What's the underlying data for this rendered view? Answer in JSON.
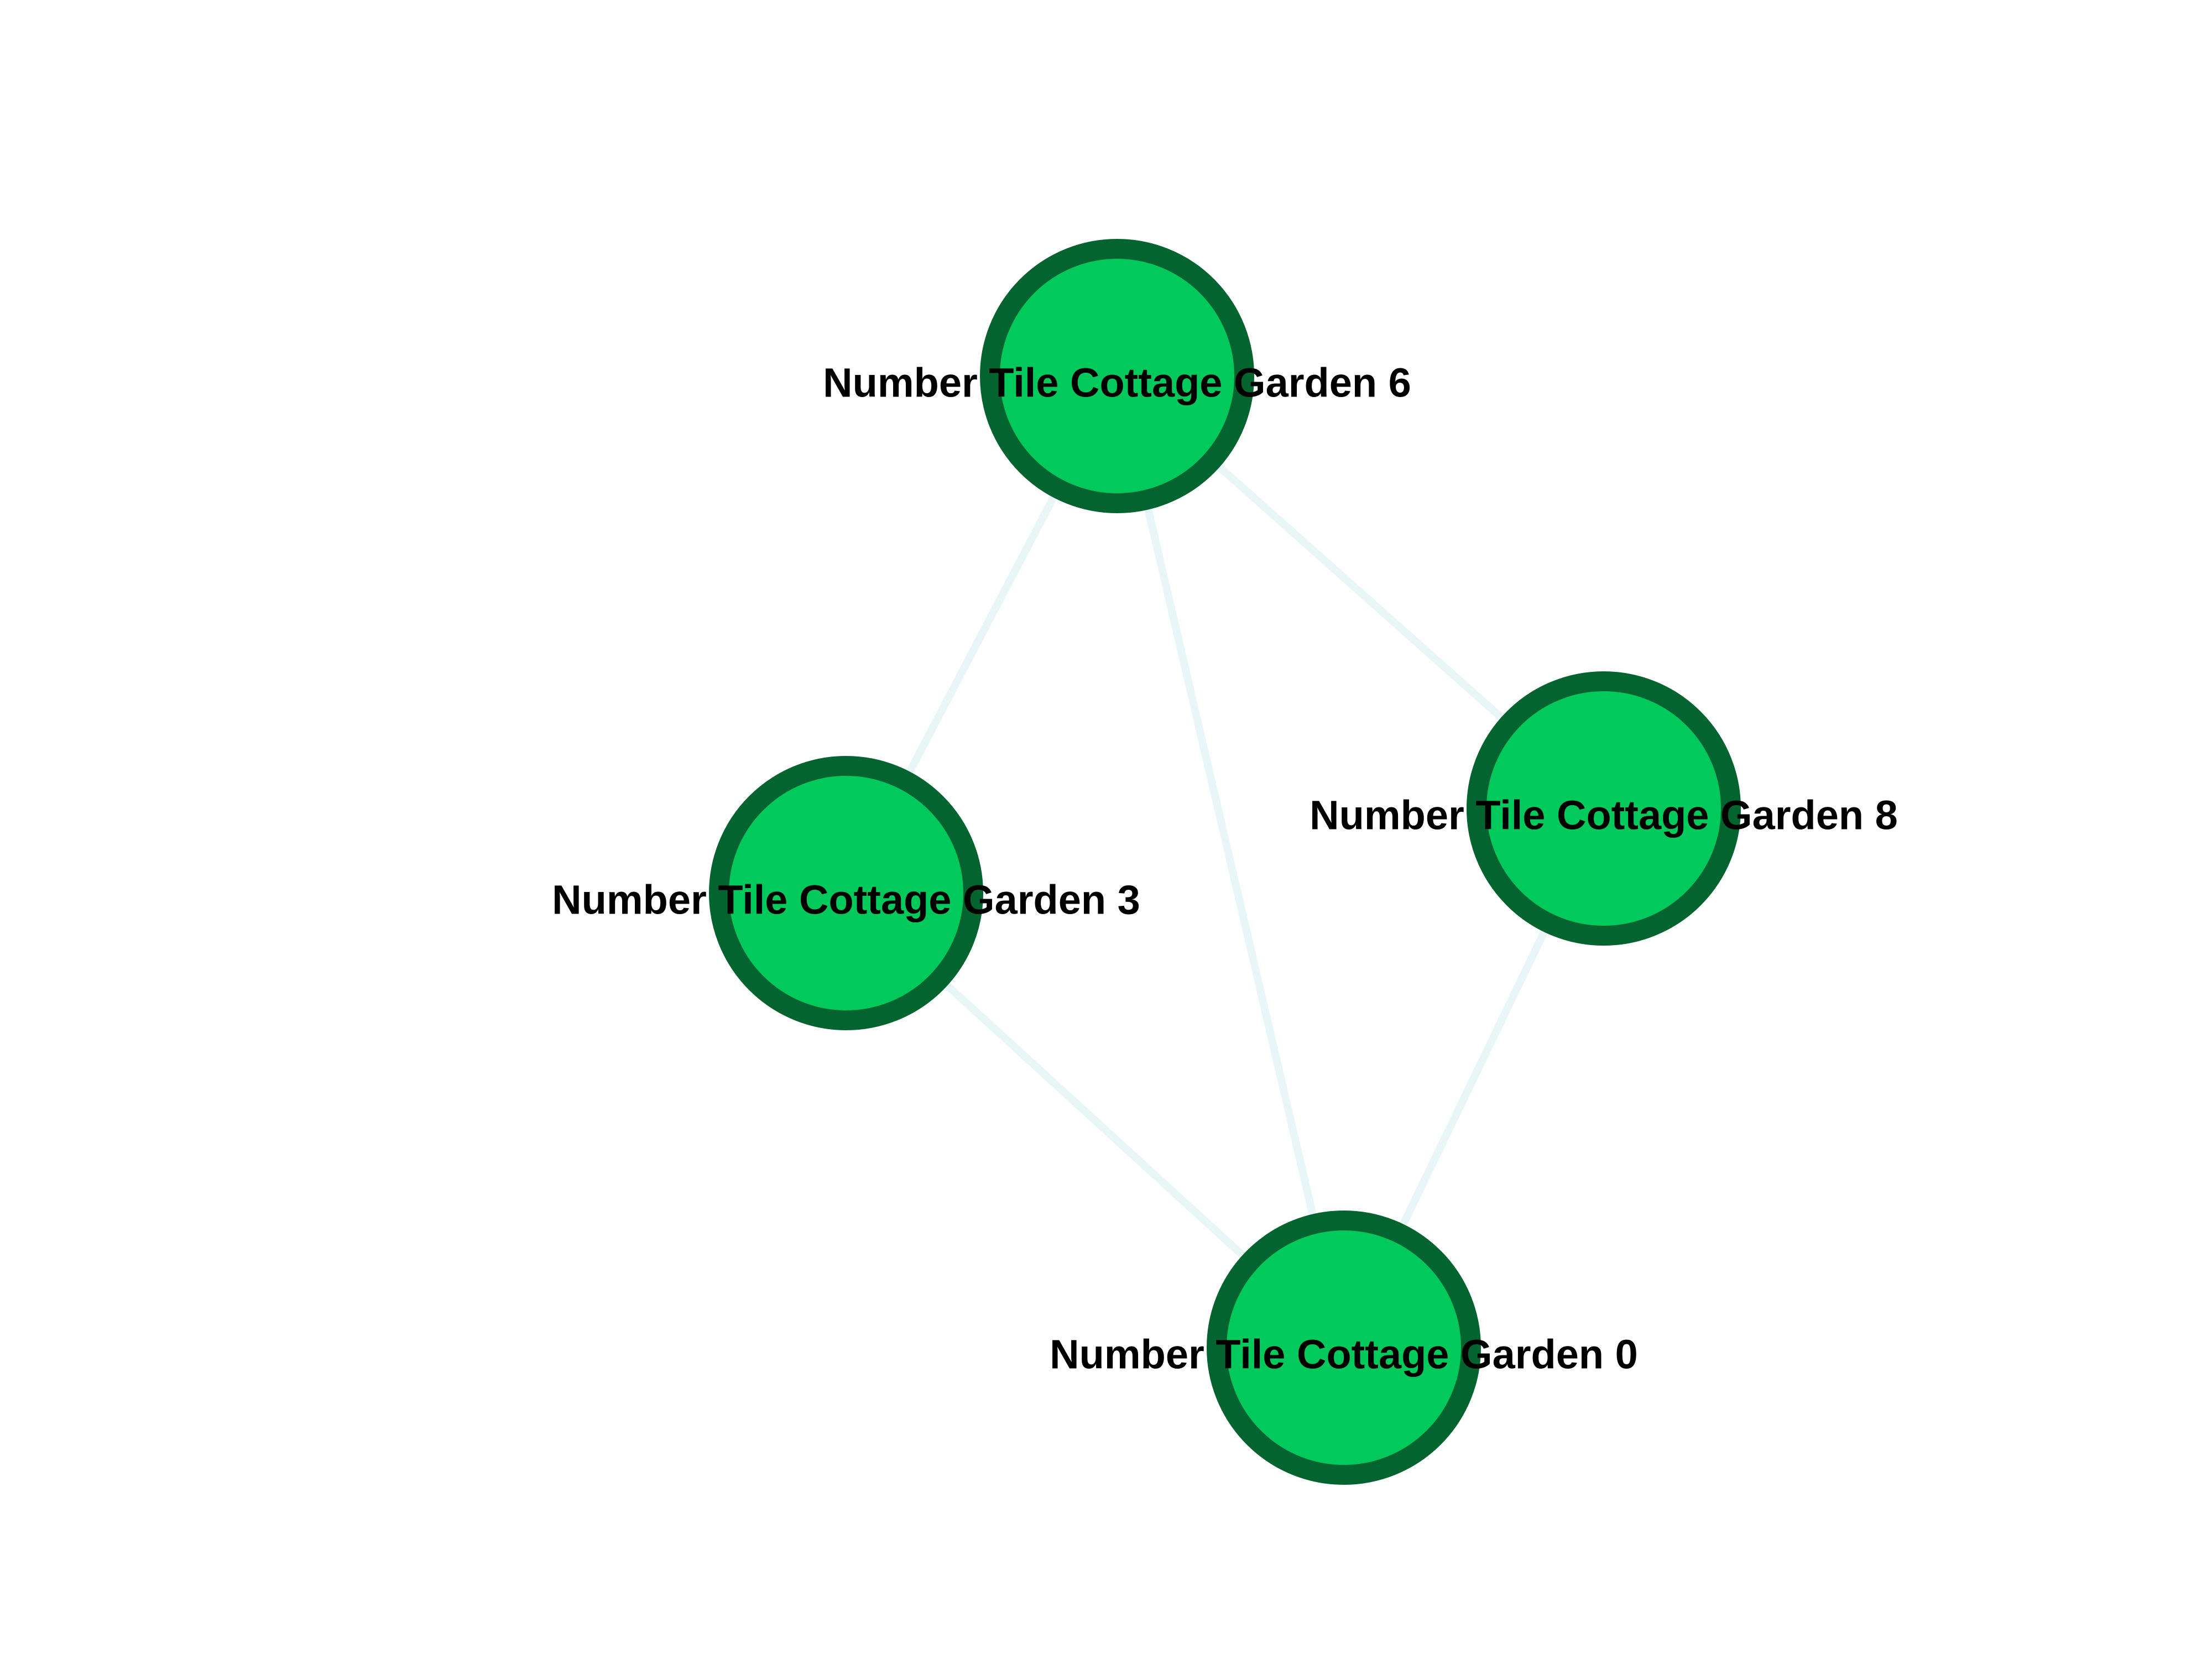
{
  "colors": {
    "node_fill": "#02c95b",
    "node_stroke": "#03642f",
    "edge": "#e9f6f8",
    "label": "#000000"
  },
  "nodes": [
    {
      "id": "n6",
      "label": "Number Tile Cottage Garden 6"
    },
    {
      "id": "n3",
      "label": "Number Tile Cottage Garden 3"
    },
    {
      "id": "n8",
      "label": "Number Tile Cottage Garden 8"
    },
    {
      "id": "n0",
      "label": "Number Tile Cottage Garden 0"
    }
  ],
  "edges": [
    {
      "source": "n6",
      "target": "n3"
    },
    {
      "source": "n6",
      "target": "n0"
    },
    {
      "source": "n6",
      "target": "n8"
    },
    {
      "source": "n3",
      "target": "n0"
    },
    {
      "source": "n8",
      "target": "n0"
    }
  ]
}
